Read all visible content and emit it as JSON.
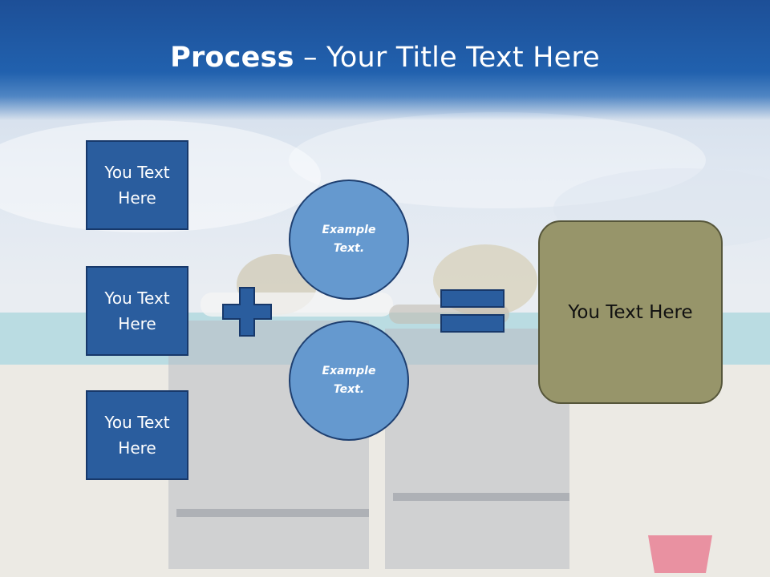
{
  "title": {
    "bold": "Process",
    "rest": " – Your Title Text Here"
  },
  "left_boxes": [
    {
      "label": "You Text Here"
    },
    {
      "label": "You Text Here"
    },
    {
      "label": "You Text Here"
    }
  ],
  "circles": [
    {
      "label": "Example Text."
    },
    {
      "label": "Example Text."
    }
  ],
  "result": {
    "label": "You Text Here"
  },
  "colors": {
    "title_bar": "#2161ae",
    "box_fill": "#2a5d9e",
    "circle_fill": "#6599cf",
    "result_fill": "#97956a"
  }
}
